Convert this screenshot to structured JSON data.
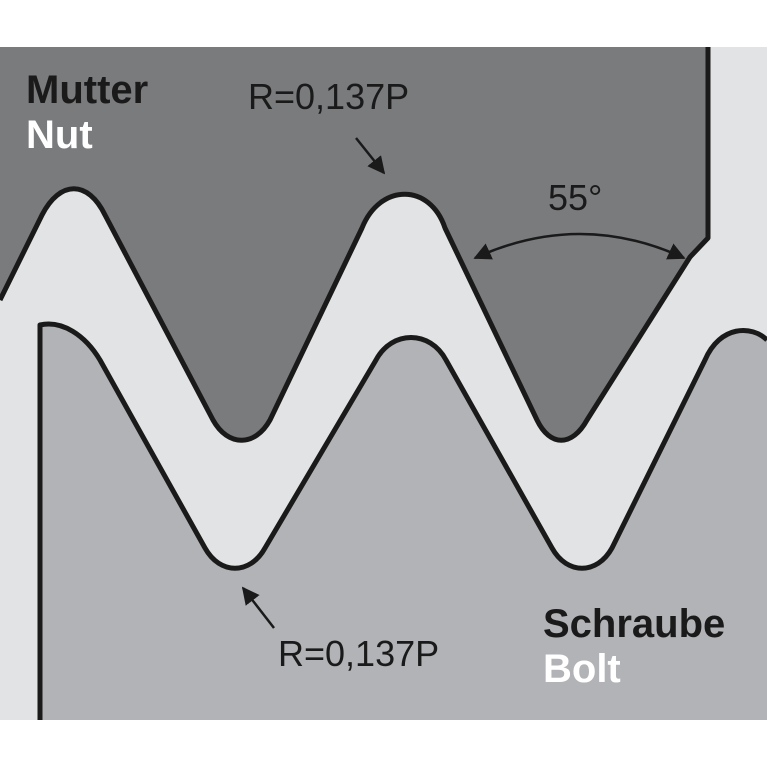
{
  "labels": {
    "nut_de": "Mutter",
    "nut_en": "Nut",
    "bolt_de": "Schraube",
    "bolt_en": "Bolt",
    "radius_top": "R=0,137P",
    "radius_bottom": "R=0,137P",
    "angle": "55°"
  },
  "colors": {
    "nut_fill": "#7a7b7d",
    "bolt_fill": "#b1b3b6",
    "gap_fill": "#e2e3e4",
    "outline": "#1a1a1a",
    "label_dark": "#1a1a1a",
    "label_light": "#ffffff"
  }
}
